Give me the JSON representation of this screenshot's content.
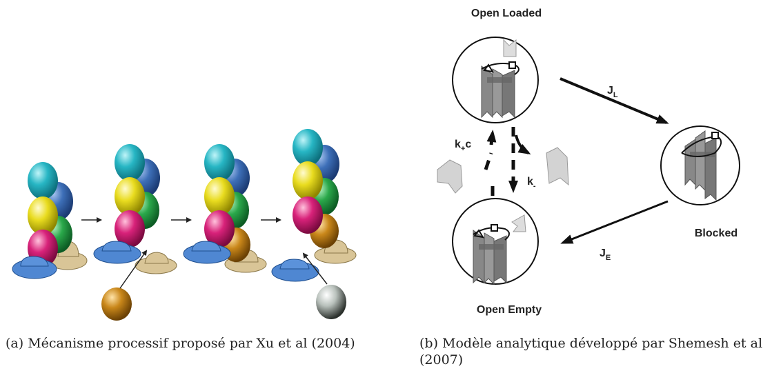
{
  "panel_a": {
    "caption": "(a) Mécanisme processif proposé par Xu et al (2004)"
  },
  "panel_b": {
    "caption": "(b) Modèle analytique développé par Shemesh et al (2007)",
    "states": {
      "open_loaded": "Open Loaded",
      "blocked": "Blocked",
      "open_empty": "Open Empty"
    },
    "rates": {
      "jl_main": "J",
      "jl_sub": "L",
      "je_main": "J",
      "je_sub": "E",
      "kplus_main": "k",
      "kplus_sub": "+",
      "kplus_tail": "c",
      "kminus_main": "k",
      "kminus_sub": "-"
    }
  },
  "colors": {
    "cyan": "#27b6c4",
    "blue": "#3d6fb8",
    "yellow": "#e9dc1f",
    "green": "#2aa84a",
    "magenta": "#d8227a",
    "orange": "#c9871a",
    "tan": "#d9c597",
    "hat_blue": "#4f87d2",
    "grey_ball": "#b9c1bc"
  }
}
